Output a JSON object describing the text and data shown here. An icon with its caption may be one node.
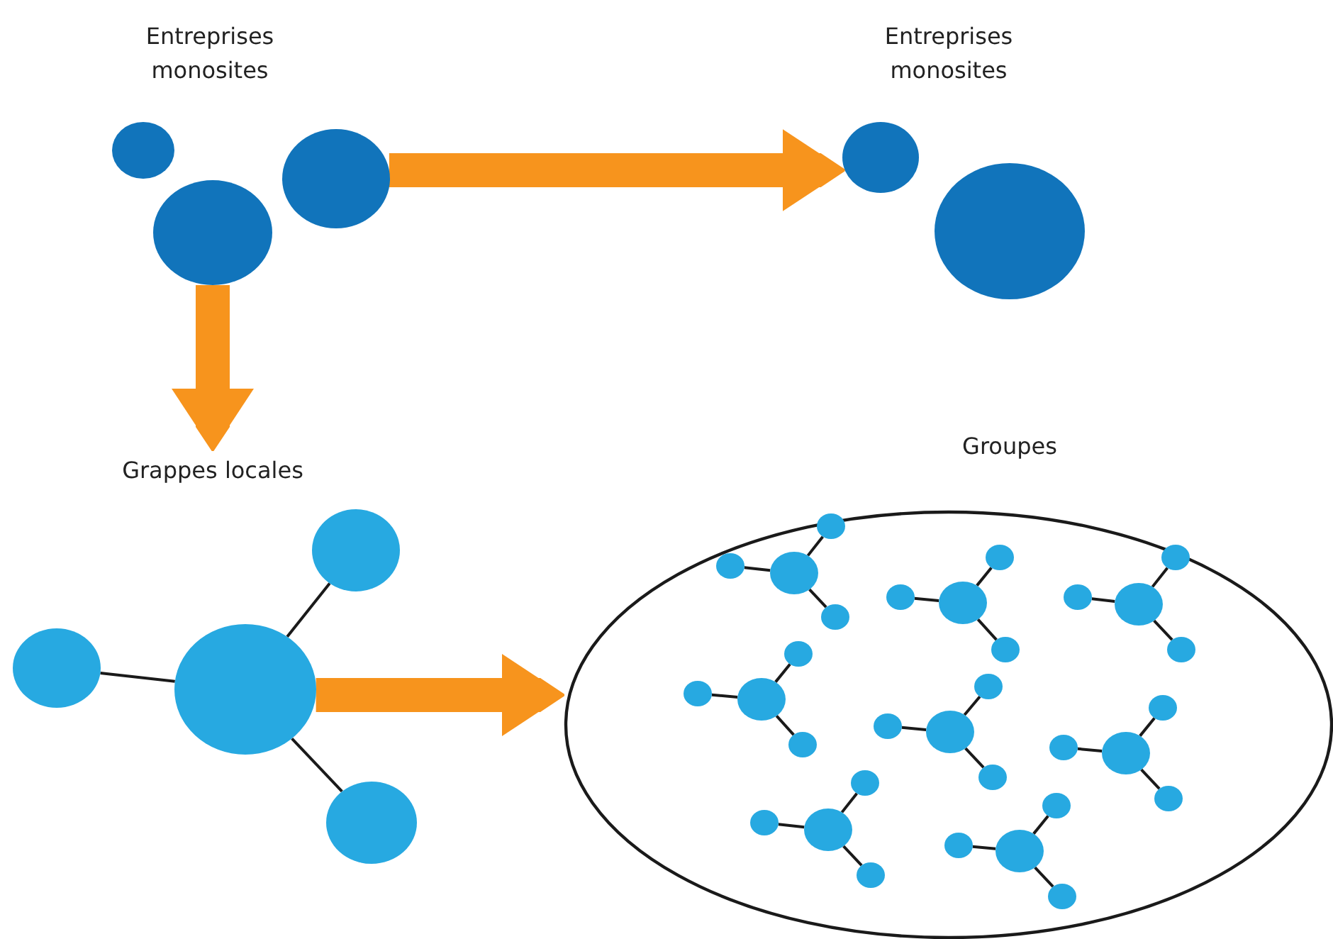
{
  "diagram": {
    "nodes": [
      {
        "text": [
          "Entreprises monosites"
        ]
      },
      {
        "text": [],
        "shape": "circle",
        "in": 0
      },
      {
        "text": [],
        "shape": "circle",
        "in": 0
      },
      {
        "text": [],
        "shape": "circle",
        "in": 0
      },
      {
        "text": [
          "Entreprises monosites"
        ]
      },
      {
        "text": [],
        "shape": "circle",
        "in": 4
      },
      {
        "text": [],
        "shape": "circle",
        "in": 4
      },
      {
        "text": [
          "Grappes locales"
        ]
      },
      {
        "text": [],
        "shape": "circle",
        "in": 7
      },
      {
        "text": [],
        "shape": "circle",
        "in": 7
      },
      {
        "text": [],
        "shape": "circle",
        "in": 7
      },
      {
        "text": [],
        "shape": "circle",
        "in": 7
      },
      {
        "text": [
          "Groupes"
        ]
      },
      {
        "text": [],
        "shape": "circle",
        "in": 12
      },
      {
        "text": [],
        "shape": "circle",
        "in": 12
      },
      {
        "text": [],
        "shape": "circle",
        "in": 12
      },
      {
        "text": [],
        "shape": "circle",
        "in": 12
      },
      {
        "text": [],
        "shape": "circle",
        "in": 12
      },
      {
        "text": [],
        "shape": "circle",
        "in": 12
      },
      {
        "text": [],
        "shape": "circle",
        "in": 12
      },
      {
        "text": [],
        "shape": "circle",
        "in": 12
      },
      {
        "text": [],
        "shape": "circle",
        "in": 12
      },
      {
        "text": [],
        "shape": "circle",
        "in": 12
      },
      {
        "text": [],
        "shape": "circle",
        "in": 12
      },
      {
        "text": [],
        "shape": "circle",
        "in": 12
      },
      {
        "text": [],
        "shape": "circle",
        "in": 12
      },
      {
        "text": [],
        "shape": "circle",
        "in": 12
      },
      {
        "text": [],
        "shape": "circle",
        "in": 12
      },
      {
        "text": [],
        "shape": "circle",
        "in": 12
      },
      {
        "text": [],
        "shape": "circle",
        "in": 12
      },
      {
        "text": [],
        "shape": "circle",
        "in": 12
      },
      {
        "text": [],
        "shape": "circle",
        "in": 12
      },
      {
        "text": [],
        "shape": "circle",
        "in": 12
      },
      {
        "text": [],
        "shape": "circle",
        "in": 12
      },
      {
        "text": [],
        "shape": "circle",
        "in": 12
      },
      {
        "text": [],
        "shape": "circle",
        "in": 12
      },
      {
        "text": [],
        "shape": "circle",
        "in": 12
      },
      {
        "text": [],
        "shape": "circle",
        "in": 12
      },
      {
        "text": [],
        "shape": "circle",
        "in": 12
      },
      {
        "text": [],
        "shape": "circle",
        "in": 12
      },
      {
        "text": [],
        "shape": "circle",
        "in": 12
      },
      {
        "text": [],
        "shape": "circle",
        "in": 12
      },
      {
        "text": [],
        "shape": "circle",
        "in": 12
      },
      {
        "text": [],
        "shape": "circle",
        "in": 12
      },
      {
        "text": [],
        "shape": "circle",
        "in": 12
      }
    ],
    "edges": [
      {
        "from": 3,
        "to": 5,
        "arrow": "to",
        "style": "thick",
        "color": "#f7941d"
      },
      {
        "from": 2,
        "to": 7,
        "arrow": "to",
        "style": "thick",
        "color": "#f7941d"
      },
      {
        "from": 9,
        "to": 12,
        "arrow": "to",
        "style": "thick",
        "color": "#f7941d"
      },
      {
        "from": 9,
        "to": 8,
        "arrow": "none"
      },
      {
        "from": 9,
        "to": 10,
        "arrow": "none"
      },
      {
        "from": 9,
        "to": 11,
        "arrow": "none"
      },
      {
        "from": 13,
        "to": 14,
        "arrow": "none"
      },
      {
        "from": 13,
        "to": 15,
        "arrow": "none"
      },
      {
        "from": 13,
        "to": 16,
        "arrow": "none"
      },
      {
        "from": 17,
        "to": 18,
        "arrow": "none"
      },
      {
        "from": 17,
        "to": 19,
        "arrow": "none"
      },
      {
        "from": 17,
        "to": 20,
        "arrow": "none"
      },
      {
        "from": 21,
        "to": 22,
        "arrow": "none"
      },
      {
        "from": 21,
        "to": 23,
        "arrow": "none"
      },
      {
        "from": 21,
        "to": 24,
        "arrow": "none"
      },
      {
        "from": 25,
        "to": 26,
        "arrow": "none"
      },
      {
        "from": 25,
        "to": 27,
        "arrow": "none"
      },
      {
        "from": 25,
        "to": 28,
        "arrow": "none"
      },
      {
        "from": 29,
        "to": 30,
        "arrow": "none"
      },
      {
        "from": 29,
        "to": 31,
        "arrow": "none"
      },
      {
        "from": 29,
        "to": 32,
        "arrow": "none"
      },
      {
        "from": 33,
        "to": 34,
        "arrow": "none"
      },
      {
        "from": 33,
        "to": 35,
        "arrow": "none"
      },
      {
        "from": 33,
        "to": 36,
        "arrow": "none"
      },
      {
        "from": 37,
        "to": 38,
        "arrow": "none"
      },
      {
        "from": 37,
        "to": 39,
        "arrow": "none"
      },
      {
        "from": 37,
        "to": 40,
        "arrow": "none"
      },
      {
        "from": 41,
        "to": 42,
        "arrow": "none"
      },
      {
        "from": 41,
        "to": 43,
        "arrow": "none"
      },
      {
        "from": 41,
        "to": 44,
        "arrow": "none"
      }
    ]
  }
}
